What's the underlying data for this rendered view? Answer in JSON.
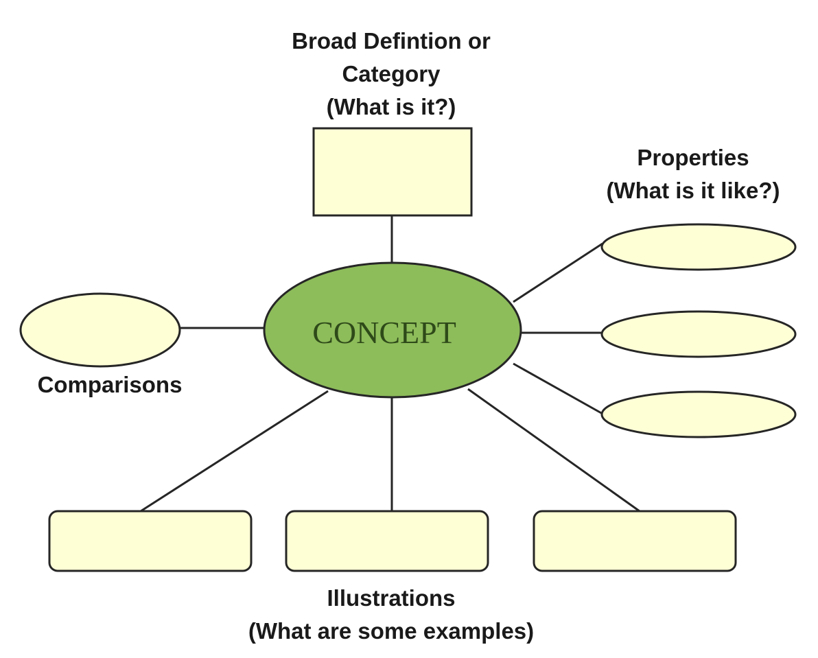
{
  "concept": {
    "label": "CONCEPT"
  },
  "definition": {
    "heading": [
      "Broad Defintion or",
      "Category",
      "(What is it?)"
    ]
  },
  "properties": {
    "heading": [
      "Properties",
      "(What is it like?)"
    ]
  },
  "comparisons": {
    "heading": "Comparisons"
  },
  "illustrations": {
    "heading": [
      "Illustrations",
      "(What are some examples)"
    ]
  },
  "colors": {
    "concept_fill": "#8dbc5a",
    "concept_text": "#2e4a19",
    "node_fill": "#ffffd6",
    "stroke": "#262626"
  }
}
